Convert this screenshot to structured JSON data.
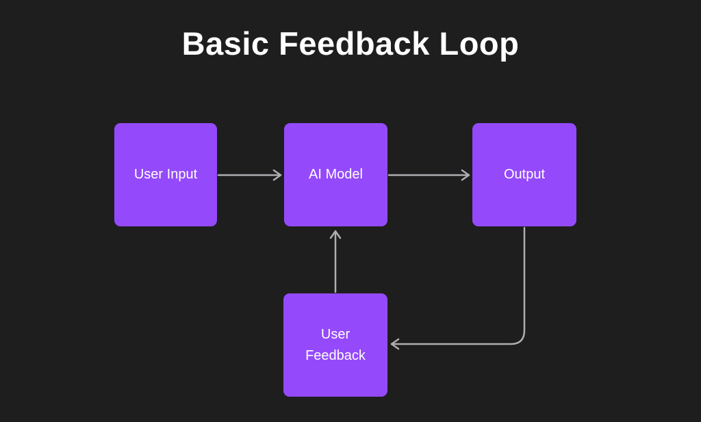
{
  "title": "Basic Feedback Loop",
  "diagram": {
    "nodes": [
      {
        "id": "user-input",
        "label": "User Input"
      },
      {
        "id": "ai-model",
        "label": "AI Model"
      },
      {
        "id": "output",
        "label": "Output"
      },
      {
        "id": "user-feedback",
        "label": "User Feedback"
      }
    ],
    "edges": [
      {
        "from": "user-input",
        "to": "ai-model",
        "direction": "right"
      },
      {
        "from": "ai-model",
        "to": "output",
        "direction": "right"
      },
      {
        "from": "user-feedback",
        "to": "ai-model",
        "direction": "up"
      },
      {
        "from": "output",
        "to": "user-feedback",
        "direction": "down-then-left"
      }
    ]
  },
  "colors": {
    "background": "#1e1e1e",
    "node_fill": "#944afa",
    "node_text": "#ffffff",
    "arrow": "#b0aeb2",
    "title_text": "#ffffff"
  }
}
